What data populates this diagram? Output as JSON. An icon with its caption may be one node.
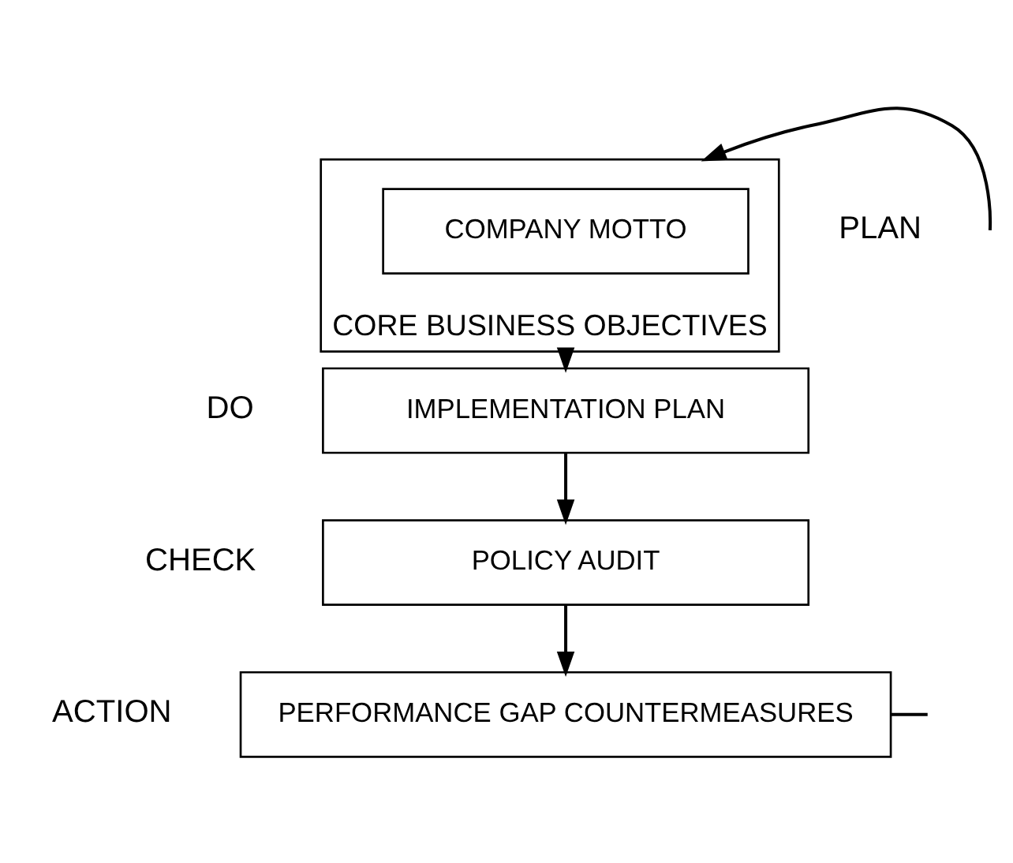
{
  "diagram": {
    "nodes": [
      {
        "text": [
          "CORE BUSINESS OBJECTIVES"
        ],
        "beside": [
          "PLAN"
        ]
      },
      {
        "text": [
          "COMPANY MOTTO"
        ],
        "in": 0
      },
      {
        "text": [
          "IMPLEMENTATION PLAN"
        ],
        "beside": [
          "DO"
        ]
      },
      {
        "text": [
          "POLICY AUDIT"
        ],
        "beside": [
          "CHECK"
        ]
      },
      {
        "text": [
          "PERFORMANCE GAP COUNTERMEASURES"
        ],
        "beside": [
          "ACTION"
        ]
      }
    ],
    "edges": [
      {
        "from": 0,
        "to": 2,
        "arrow": "to"
      },
      {
        "from": 2,
        "to": 3,
        "arrow": "to"
      },
      {
        "from": 3,
        "to": 4,
        "arrow": "to"
      },
      {
        "from": null,
        "to": 0,
        "arrow": "to"
      },
      {
        "from": 4,
        "to": null,
        "arrow": "none"
      }
    ]
  }
}
